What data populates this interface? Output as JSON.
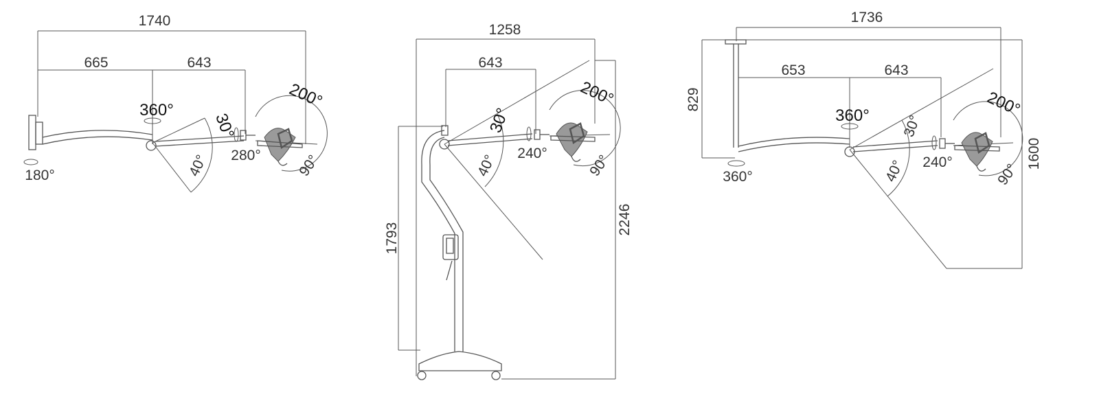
{
  "views": {
    "wall": {
      "total_width": "1740",
      "arm1": "665",
      "arm2": "643",
      "joint_rotation": "360°",
      "wall_rotation": "180°",
      "tilt_up": "30°",
      "tilt_down": "40°",
      "head_rotation": "280°",
      "head_tilt": "200°",
      "head_swing": "90°"
    },
    "mobile": {
      "total_width": "1258",
      "arm": "643",
      "pole_height": "1793",
      "total_height": "2246",
      "tilt_up": "30°",
      "tilt_down": "40°",
      "head_rotation": "240°",
      "head_tilt": "200°",
      "head_swing": "90°"
    },
    "ceiling": {
      "total_width": "1736",
      "arm1": "653",
      "arm2": "643",
      "drop_height": "829",
      "total_height": "1600",
      "joint_rotation": "360°",
      "base_rotation": "360°",
      "tilt_up": "30°",
      "tilt_down": "40°",
      "head_rotation": "240°",
      "head_tilt": "200°",
      "head_swing": "90°"
    }
  }
}
